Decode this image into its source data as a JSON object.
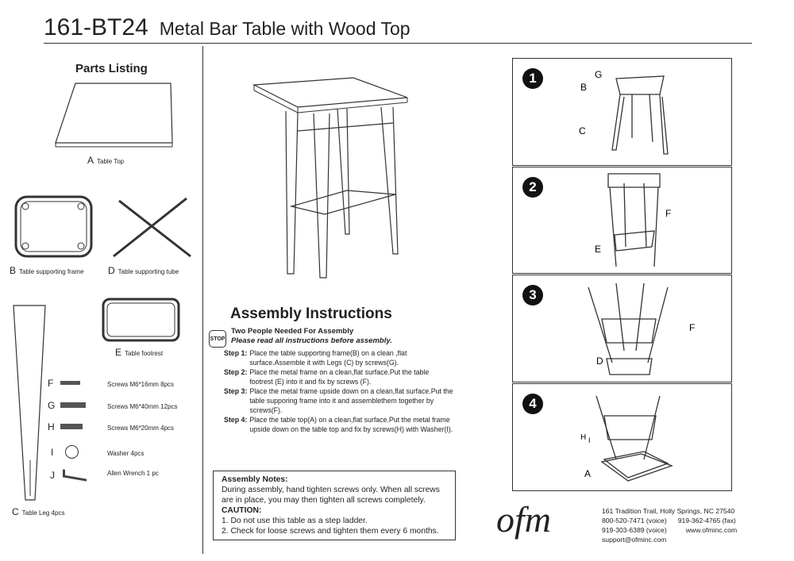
{
  "header": {
    "model": "161-BT24",
    "name": "Metal Bar Table with Wood Top"
  },
  "parts": {
    "title": "Parts Listing",
    "items": [
      {
        "letter": "A",
        "label": "Table Top"
      },
      {
        "letter": "B",
        "label": "Table supporting frame"
      },
      {
        "letter": "D",
        "label": "Table supporting tube"
      },
      {
        "letter": "E",
        "label": "Table footrest"
      },
      {
        "letter": "C",
        "label": "Table Leg 4pcs"
      }
    ],
    "hardware": [
      {
        "letter": "F",
        "label": "Screws M6*16mm 8pcs"
      },
      {
        "letter": "G",
        "label": "Screws M6*40mm 12pcs"
      },
      {
        "letter": "H",
        "label": "Screws M6*20mm 4pcs"
      },
      {
        "letter": "I",
        "label": "Washer 4pcs"
      },
      {
        "letter": "J",
        "label": "Allen Wrench 1 pc"
      }
    ]
  },
  "assembly": {
    "title": "Assembly Instructions",
    "stop_icon": "STOP",
    "warning": "Two People Needed For Assembly",
    "read_note": "Please read all instructions before assembly.",
    "steps": [
      {
        "label": "Step 1:",
        "text": "Place the table supporting frame(B) on a clean ,flat surface.Assemble it with Legs (C)  by screws(G)."
      },
      {
        "label": "Step 2:",
        "text": "Place the metal frame on a clean,flat surface.Put the table footrest (E) into it and fix by screws (F)."
      },
      {
        "label": "Step 3:",
        "text": "Place the metal frame upside down on a clean,flat surface.Put the table supporing frame into it and assemblethem together by screws(F)."
      },
      {
        "label": "Step 4:",
        "text": "Place the table top(A) on a clean,flat surface.Put the metal frame upside down on the table top and fix by screws(H) with Washer(I)."
      }
    ]
  },
  "notes": {
    "title": "Assembly Notes:",
    "text": "During assembly, hand tighten screws only. When all screws are in place, you may then tighten all screws completely.",
    "caution_title": "CAUTION:",
    "cautions": [
      "1. Do not use this table as a step ladder.",
      "2. Check for loose screws and tighten them every 6 months."
    ]
  },
  "diagrams": [
    {
      "number": "1",
      "labels": [
        "G",
        "B",
        "C"
      ]
    },
    {
      "number": "2",
      "labels": [
        "F",
        "E"
      ]
    },
    {
      "number": "3",
      "labels": [
        "F",
        "D"
      ]
    },
    {
      "number": "4",
      "labels": [
        "H",
        "I",
        "A"
      ]
    }
  ],
  "company": {
    "logo": "ofm",
    "address": "161 Tradition Trail, Holly Springs, NC 27540",
    "phone1": "800-520-7471 (voice)",
    "fax": "919-362-4765 (fax)",
    "phone2": "919-303-6389 (voice)",
    "web": "www.ofminc.com",
    "email": "support@ofminc.com"
  }
}
